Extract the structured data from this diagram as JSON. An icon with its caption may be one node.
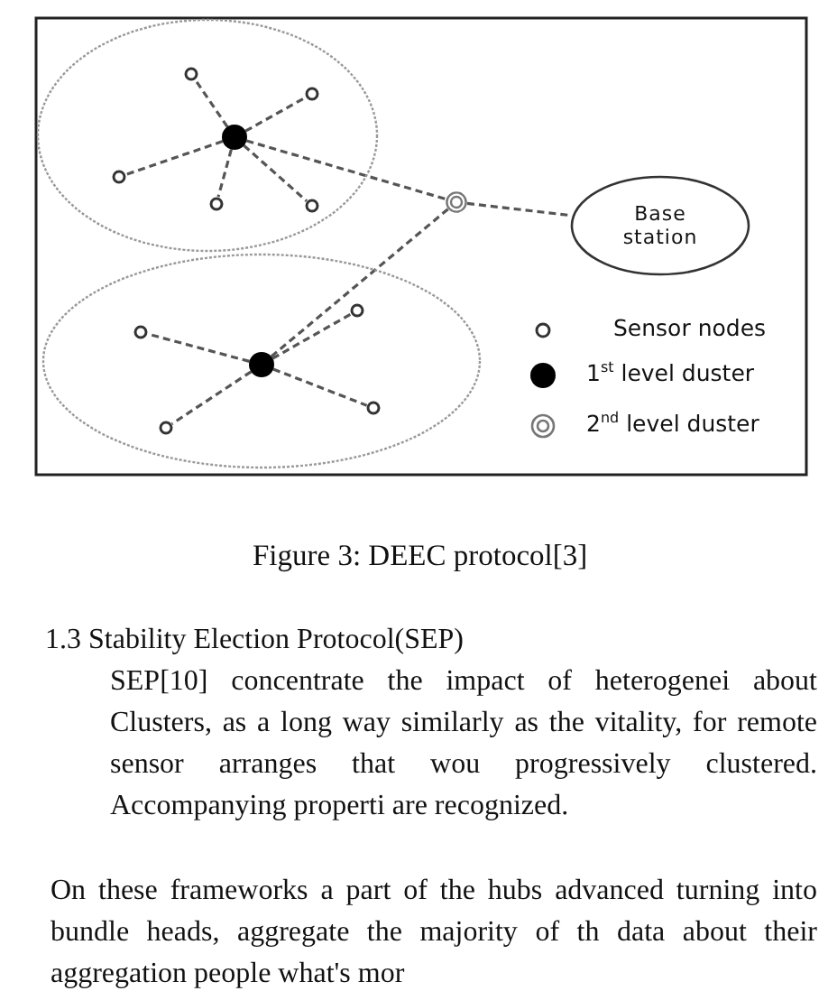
{
  "diagram": {
    "caption": "Figure 3: DEEC protocol[3]",
    "nodes": [
      {
        "text": [],
        "shape": "ellipse"
      },
      {
        "text": [],
        "shape": "dot",
        "in": 0
      },
      {
        "text": [],
        "shape": "circle",
        "in": 0
      },
      {
        "text": [],
        "shape": "circle",
        "in": 0
      },
      {
        "text": [],
        "shape": "circle",
        "in": 0
      },
      {
        "text": [],
        "shape": "circle",
        "in": 0
      },
      {
        "text": [],
        "shape": "circle",
        "in": 0
      },
      {
        "text": [],
        "shape": "double-circle"
      },
      {
        "text": [
          "Base station"
        ]
      },
      {
        "text": [],
        "shape": "ellipse"
      },
      {
        "text": [],
        "shape": "dot",
        "in": 9
      },
      {
        "text": [],
        "shape": "circle",
        "in": 9
      },
      {
        "text": [],
        "shape": "circle",
        "in": 9
      },
      {
        "text": [],
        "shape": "circle",
        "in": 9
      },
      {
        "text": [],
        "shape": "circle",
        "in": 9
      }
    ],
    "edges": [
      {
        "from": 1,
        "to": 2,
        "arrow": "none",
        "style": "dashed"
      },
      {
        "from": 1,
        "to": 3,
        "arrow": "none",
        "style": "dashed"
      },
      {
        "from": 1,
        "to": 4,
        "arrow": "none",
        "style": "dashed"
      },
      {
        "from": 1,
        "to": 5,
        "arrow": "none",
        "style": "dashed"
      },
      {
        "from": 1,
        "to": 6,
        "arrow": "none",
        "style": "dashed"
      },
      {
        "from": 1,
        "to": 7,
        "arrow": "none",
        "style": "dashed"
      },
      {
        "from": 7,
        "to": 8,
        "arrow": "none",
        "style": "dashed"
      },
      {
        "from": 10,
        "to": 7,
        "arrow": "none",
        "style": "dashed"
      },
      {
        "from": 10,
        "to": 11,
        "arrow": "none",
        "style": "dashed"
      },
      {
        "from": 10,
        "to": 12,
        "arrow": "none",
        "style": "dashed"
      },
      {
        "from": 10,
        "to": 13,
        "arrow": "none",
        "style": "dashed"
      },
      {
        "from": 10,
        "to": 14,
        "arrow": "none",
        "style": "dashed"
      }
    ],
    "labels": [
      "1.3 Stability Election Protocol(SEP)",
      "SEP[10] concentrate the impact of heterogenei about Clusters, as a long way similarly as the vitality, for remote sensor arranges that wou progressively clustered. Accompanying properti are recognized.",
      "On these frameworks a part of the hubs advanced turning into bundle heads, aggregate the majority of th data about their aggregation people what's mor"
    ],
    "legend": [
      {
        "text": "Sensor nodes"
      },
      {
        "text": "1$^{st}$ level duster"
      },
      {
        "text": "2$^{nd}$ level duster"
      }
    ]
  }
}
